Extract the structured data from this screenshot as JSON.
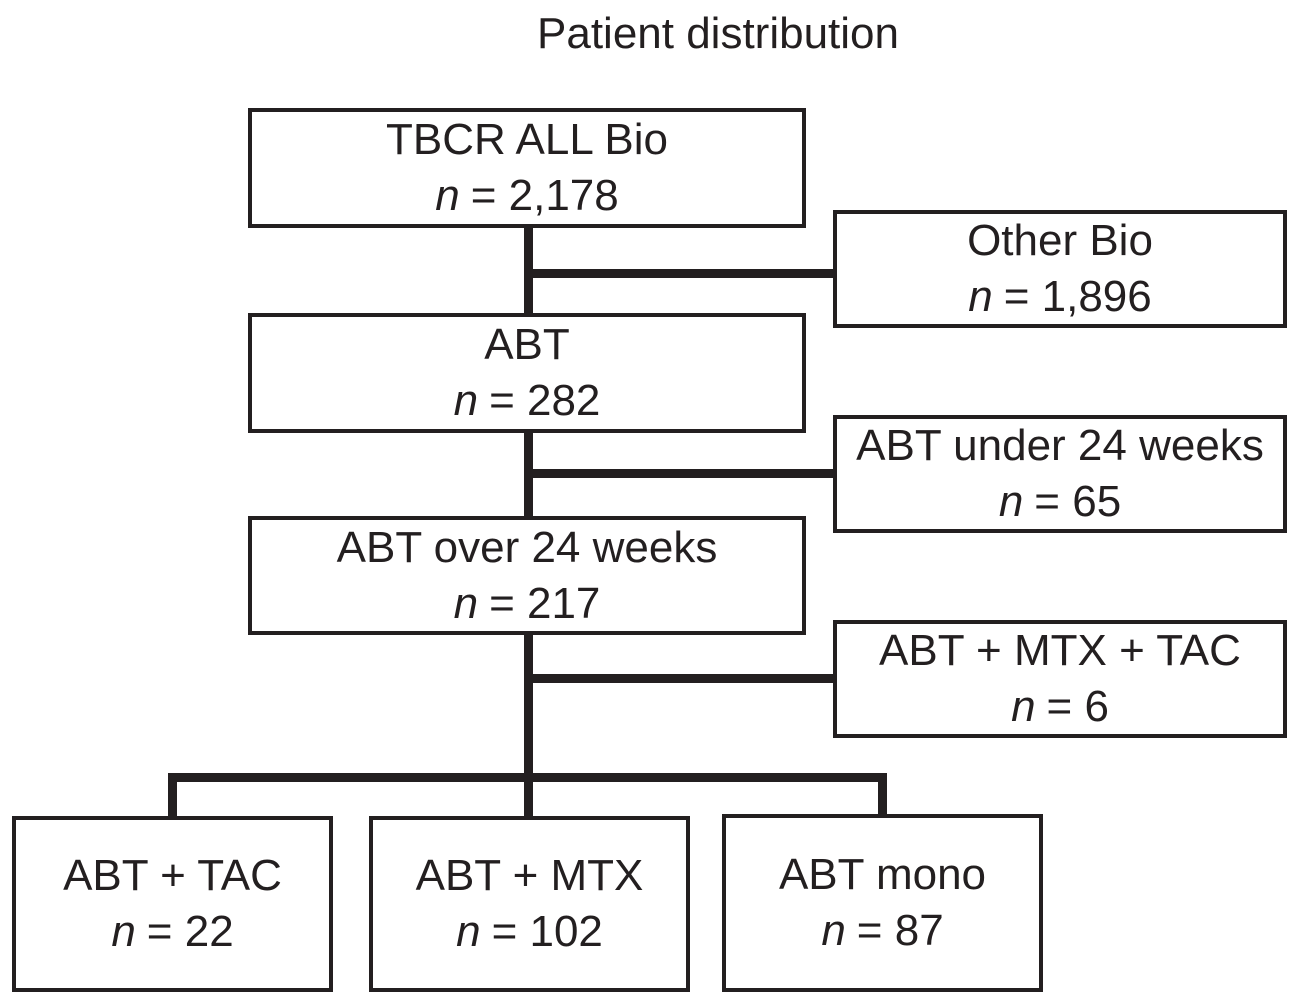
{
  "title": "Patient distribution",
  "colors": {
    "ink": "#231f20",
    "background": "#ffffff"
  },
  "nodes": {
    "root": {
      "label": "TBCR ALL Bio",
      "n_var": "n",
      "n_rest": "= 2,178"
    },
    "other_bio": {
      "label": "Other Bio",
      "n_var": "n",
      "n_rest": "= 1,896"
    },
    "abt": {
      "label": "ABT",
      "n_var": "n",
      "n_rest": "= 282"
    },
    "under24": {
      "label": "ABT under 24 weeks",
      "n_var": "n",
      "n_rest": "= 65"
    },
    "over24": {
      "label": "ABT over 24 weeks",
      "n_var": "n",
      "n_rest": "= 217"
    },
    "mtx_tac": {
      "label": "ABT + MTX + TAC",
      "n_var": "n",
      "n_rest": "= 6"
    },
    "abt_tac": {
      "label": "ABT + TAC",
      "n_var": "n",
      "n_rest": "= 22"
    },
    "abt_mtx": {
      "label": "ABT + MTX",
      "n_var": "n",
      "n_rest": "= 102"
    },
    "abt_mono": {
      "label": "ABT mono",
      "n_var": "n",
      "n_rest": "= 87"
    }
  }
}
